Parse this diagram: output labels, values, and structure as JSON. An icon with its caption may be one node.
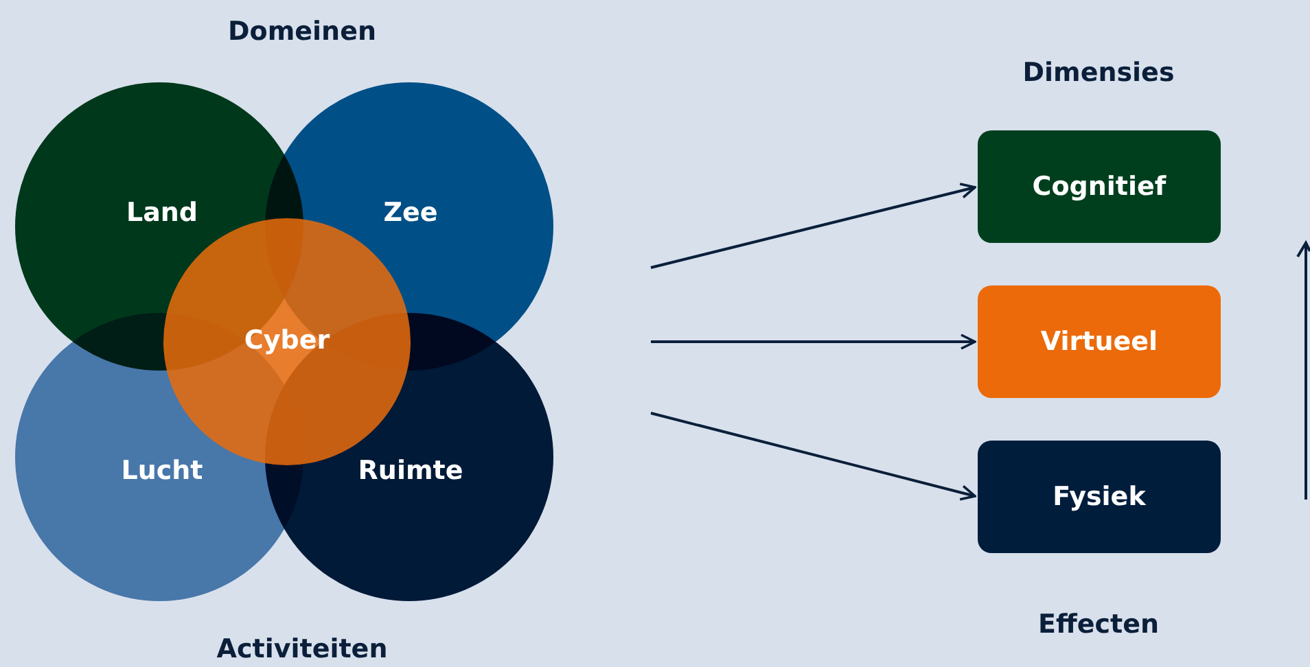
{
  "diagram": {
    "nodes": [
      {
        "text": [
          "Land"
        ]
      },
      {
        "text": [
          "Zee"
        ]
      },
      {
        "text": [
          "Lucht"
        ]
      },
      {
        "text": [
          "Ruimte"
        ]
      },
      {
        "text": [
          "Cyber"
        ]
      },
      {
        "text": [
          "Cognitief"
        ]
      },
      {
        "text": [
          "Virtueel"
        ]
      },
      {
        "text": [
          "Fysiek"
        ]
      }
    ],
    "edges": [
      {
        "from": null,
        "to": 5,
        "arrow": "to"
      },
      {
        "from": null,
        "to": 6,
        "arrow": "to"
      },
      {
        "from": null,
        "to": 7,
        "arrow": "to"
      }
    ],
    "labels": [
      "Domeinen",
      "Dimensies",
      "Activiteiten",
      "Effecten"
    ]
  }
}
